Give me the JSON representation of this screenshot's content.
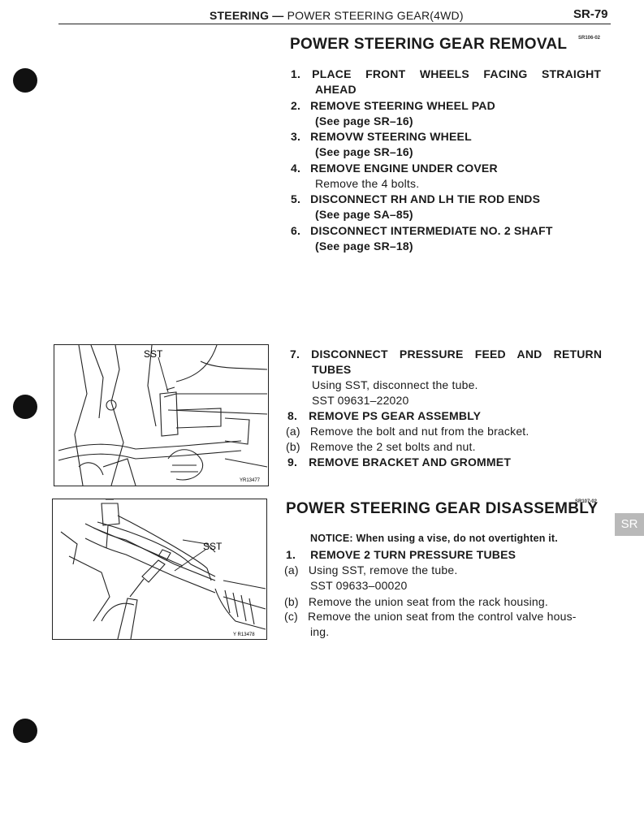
{
  "header": {
    "section": "STEERING",
    "dash": "—",
    "subsection": "POWER STEERING GEAR(4WD)",
    "page": "SR-79"
  },
  "removal": {
    "title": "POWER STEERING GEAR REMOVAL",
    "code": "SR106-02",
    "steps_a": [
      {
        "num": "1.",
        "lines": [
          "PLACE FRONT WHEELS FACING STRAIGHT",
          "AHEAD"
        ]
      },
      {
        "num": "2.",
        "lines": [
          "REMOVE STEERING WHEEL PAD"
        ],
        "note": "(See page SR–16)"
      },
      {
        "num": "3.",
        "lines": [
          "REMOVW STEERING WHEEL"
        ],
        "note": "(See page SR–16)"
      },
      {
        "num": "4.",
        "lines": [
          "REMOVE ENGINE UNDER COVER"
        ],
        "note": "Remove the 4 bolts."
      },
      {
        "num": "5.",
        "lines": [
          "DISCONNECT RH AND LH TIE ROD ENDS"
        ],
        "note": "(See page SA–85)"
      },
      {
        "num": "6.",
        "lines": [
          "DISCONNECT INTERMEDIATE NO. 2 SHAFT"
        ],
        "note": "(See page SR–18)"
      }
    ],
    "step7": {
      "num": "7.",
      "line1": "DISCONNECT PRESSURE FEED AND RETURN",
      "line2": "TUBES",
      "note1": "Using SST, disconnect the tube.",
      "note2": "SST 09631–22020"
    },
    "step8": {
      "num": "8.",
      "line": "REMOVE PS GEAR ASSEMBLY",
      "a_label": "(a)",
      "a": "Remove the bolt and nut from the bracket.",
      "b_label": "(b)",
      "b": "Remove the 2 set bolts and nut."
    },
    "step9": {
      "num": "9.",
      "line": "REMOVE BRACKET AND GROMMET"
    }
  },
  "disassembly": {
    "title": "POWER STEERING GEAR DISASSEMBLY",
    "code": "SR107-02",
    "notice": "NOTICE: When using a vise, do not overtighten it.",
    "step1": {
      "num": "1.",
      "line": "REMOVE 2 TURN PRESSURE TUBES"
    },
    "a_label": "(a)",
    "a1": "Using SST, remove the tube.",
    "a2": "SST 09633–00020",
    "b_label": "(b)",
    "b": "Remove the union seat from the rack housing.",
    "c_label": "(c)",
    "c1": "Remove the union seat from the control valve hous-",
    "c2": "ing."
  },
  "figure1": {
    "label": "SST",
    "ref": "YR13477"
  },
  "figure2": {
    "label": "SST",
    "ref": "Y R13478"
  },
  "tab": "SR"
}
